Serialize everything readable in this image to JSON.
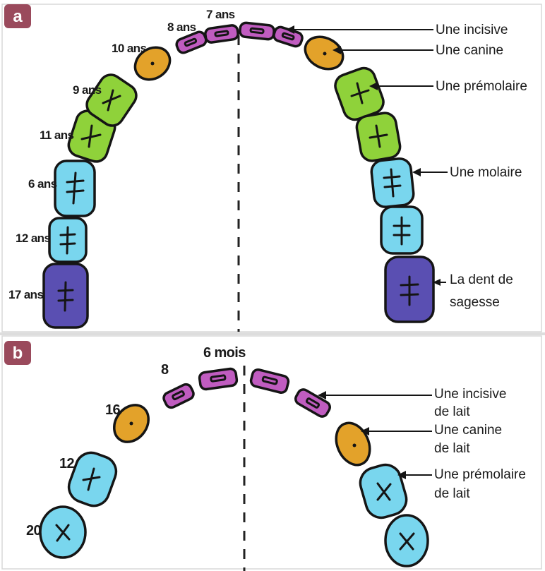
{
  "panels": {
    "a": {
      "label": "a",
      "ages": {
        "incisor_central": "7 ans",
        "incisor_lateral": "8 ans",
        "canine": "10 ans",
        "premolar_1": "9 ans",
        "premolar_2": "11 ans",
        "molar_1": "6 ans",
        "molar_2": "12 ans",
        "molar_3": "17 ans"
      },
      "labels": {
        "incisor": "Une incisive",
        "canine": "Une canine",
        "premolar": "Une prémolaire",
        "molar": "Une molaire",
        "wisdom_line1": "La dent de",
        "wisdom_line2": "sagesse"
      }
    },
    "b": {
      "label": "b",
      "ages": {
        "incisor_central": "6 mois",
        "incisor_lateral": "8",
        "canine": "16",
        "molar_1": "12",
        "molar_2": "20"
      },
      "labels": {
        "incisor_line1": "Une incisive",
        "incisor_line2": "de lait",
        "canine_line1": "Une canine",
        "canine_line2": "de lait",
        "premolar_line1": "Une prémolaire",
        "premolar_line2": "de lait"
      }
    }
  },
  "colors": {
    "incisor": "#c05cc0",
    "canine": "#e3a22a",
    "premolar": "#8fd23a",
    "molar": "#79d6ee",
    "wisdom": "#5a4fb2",
    "panel_label": "#9a4a5c",
    "divider": "#dddddd"
  }
}
